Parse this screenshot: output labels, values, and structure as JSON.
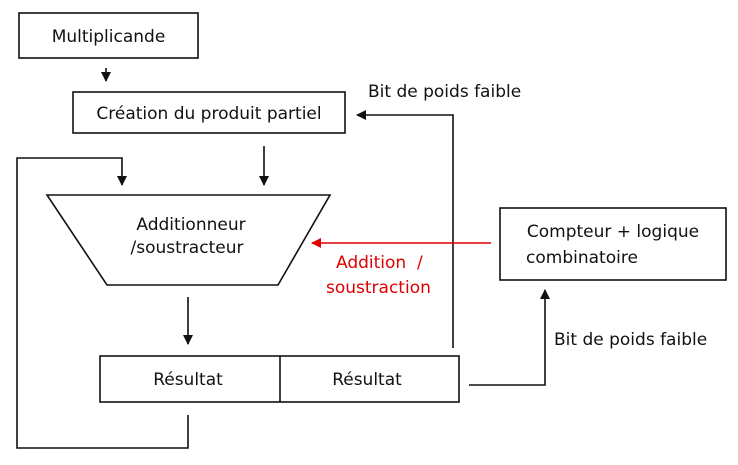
{
  "nodes": {
    "multiplicand": "Multiplicande",
    "partial_product": "Création du produit partiel",
    "adder_line1": "Additionneur",
    "adder_line2": "/soustracteur",
    "counter_line1": "Compteur + logique",
    "counter_line2": "combinatoire",
    "result_left": "Résultat",
    "result_right": "Résultat"
  },
  "edges": {
    "lsb_top": "Bit de poids faible",
    "lsb_right": "Bit de poids faible",
    "addsub_line1": "Addition  /",
    "addsub_line2": "soustraction"
  },
  "colors": {
    "stroke": "#111111",
    "control_signal": "#e00000"
  }
}
